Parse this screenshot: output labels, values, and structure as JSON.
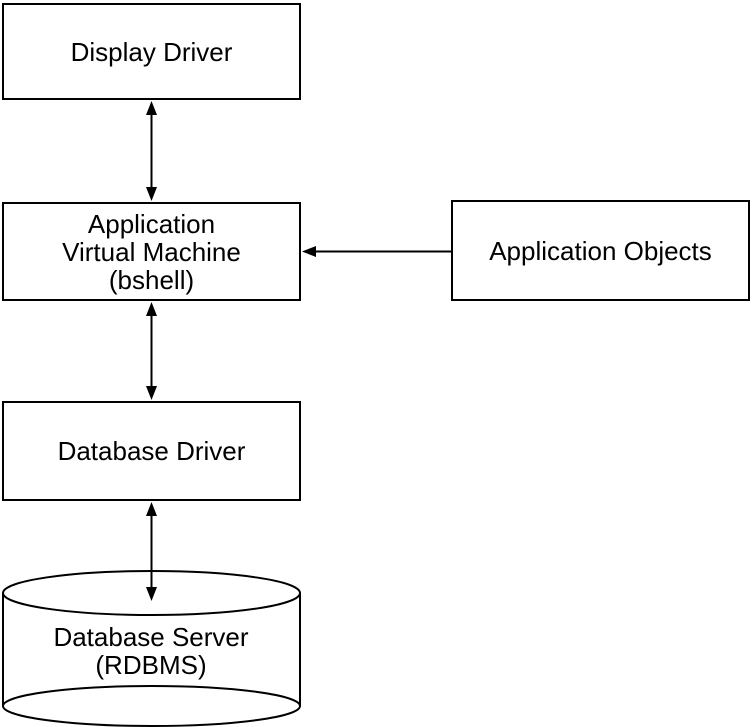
{
  "diagram": {
    "kind": "architecture-block-diagram",
    "background_color": "#ffffff",
    "line_color": "#000000",
    "nodes": {
      "display_driver": {
        "shape": "rectangle",
        "label": "Display Driver"
      },
      "application_vm": {
        "shape": "rectangle",
        "lines": [
          "Application",
          "Virtual Machine",
          "(bshell)"
        ]
      },
      "application_objects": {
        "shape": "rectangle",
        "label": "Application Objects"
      },
      "database_driver": {
        "shape": "rectangle",
        "label": "Database Driver"
      },
      "database_server": {
        "shape": "cylinder",
        "lines": [
          "Database Server",
          "(RDBMS)"
        ]
      }
    },
    "edges": [
      {
        "from": "display_driver",
        "to": "application_vm",
        "direction": "bidirectional"
      },
      {
        "from": "application_objects",
        "to": "application_vm",
        "direction": "one-way"
      },
      {
        "from": "application_vm",
        "to": "database_driver",
        "direction": "bidirectional"
      },
      {
        "from": "database_driver",
        "to": "database_server",
        "direction": "bidirectional"
      }
    ]
  }
}
